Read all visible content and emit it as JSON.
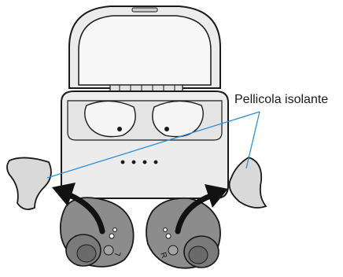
{
  "figure": {
    "callout_label": "Pellicola isolante",
    "colors": {
      "case_fill": "#ececec",
      "case_stroke": "#1a1a1a",
      "film_fill": "#d9d9d9",
      "earbud_fill": "#8c8c8c",
      "earbud_tip": "#7a7a7a",
      "pointer_line": "#2e8fd8",
      "arrow": "#111111"
    },
    "earbud_markings": {
      "left": "L",
      "right": "R"
    }
  }
}
